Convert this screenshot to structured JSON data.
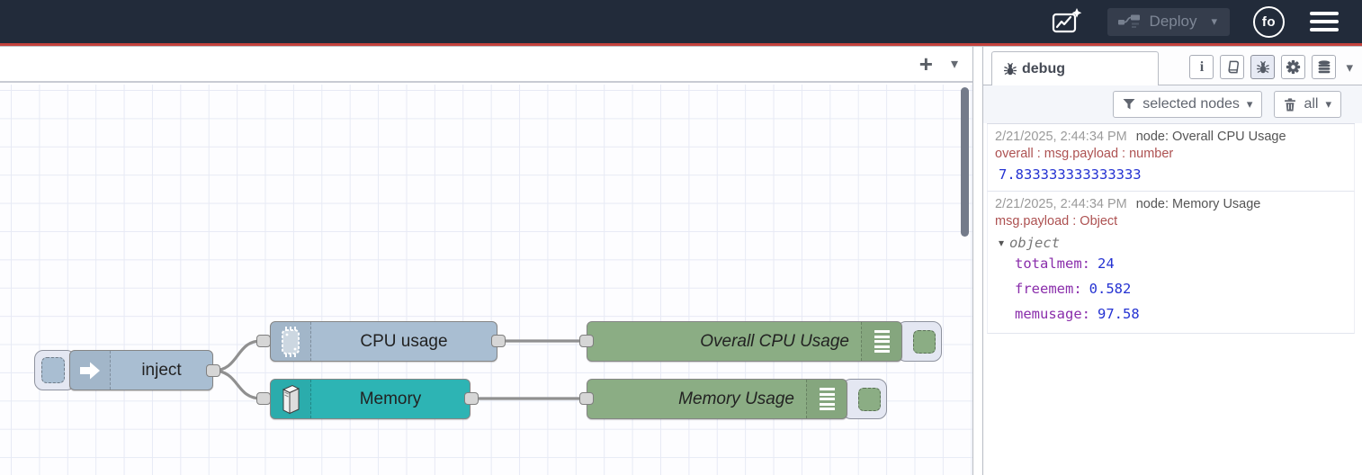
{
  "colors": {
    "header_bg": "#222B3A",
    "accent_red": "#C4423C",
    "inject_blue": "#A9BED2",
    "memory_teal": "#2DB4B4",
    "debug_green": "#8BAD84",
    "wire_gray": "#909090"
  },
  "header": {
    "deploy_label": "Deploy",
    "avatar_text": "fo"
  },
  "icons": {
    "plus": "+",
    "caret_down": "▾",
    "object_caret": "▾"
  },
  "canvas": {
    "nodes": [
      {
        "id": "inject",
        "label": "inject",
        "color": "#A9BED2"
      },
      {
        "id": "cpu",
        "label": "CPU usage",
        "color": "#A9BED2"
      },
      {
        "id": "memory",
        "label": "Memory",
        "color": "#2DB4B4"
      },
      {
        "id": "overall",
        "label": "Overall CPU Usage",
        "color": "#8BAD84"
      },
      {
        "id": "musage",
        "label": "Memory Usage",
        "color": "#8BAD84"
      }
    ]
  },
  "sidebar": {
    "tab_label": "debug",
    "filter_label": "selected nodes",
    "clear_label": "all",
    "messages": [
      {
        "timestamp": "2/21/2025, 2:44:34 PM",
        "node": "node: Overall CPU Usage",
        "meta": "overall : msg.payload : number",
        "value": "7.833333333333333"
      },
      {
        "timestamp": "2/21/2025, 2:44:34 PM",
        "node": "node: Memory Usage",
        "meta": "msg.payload : Object",
        "object_label": "object",
        "entries": [
          {
            "key": "totalmem:",
            "value": "24"
          },
          {
            "key": "freemem:",
            "value": "0.582"
          },
          {
            "key": "memusage:",
            "value": "97.58"
          }
        ]
      }
    ]
  }
}
